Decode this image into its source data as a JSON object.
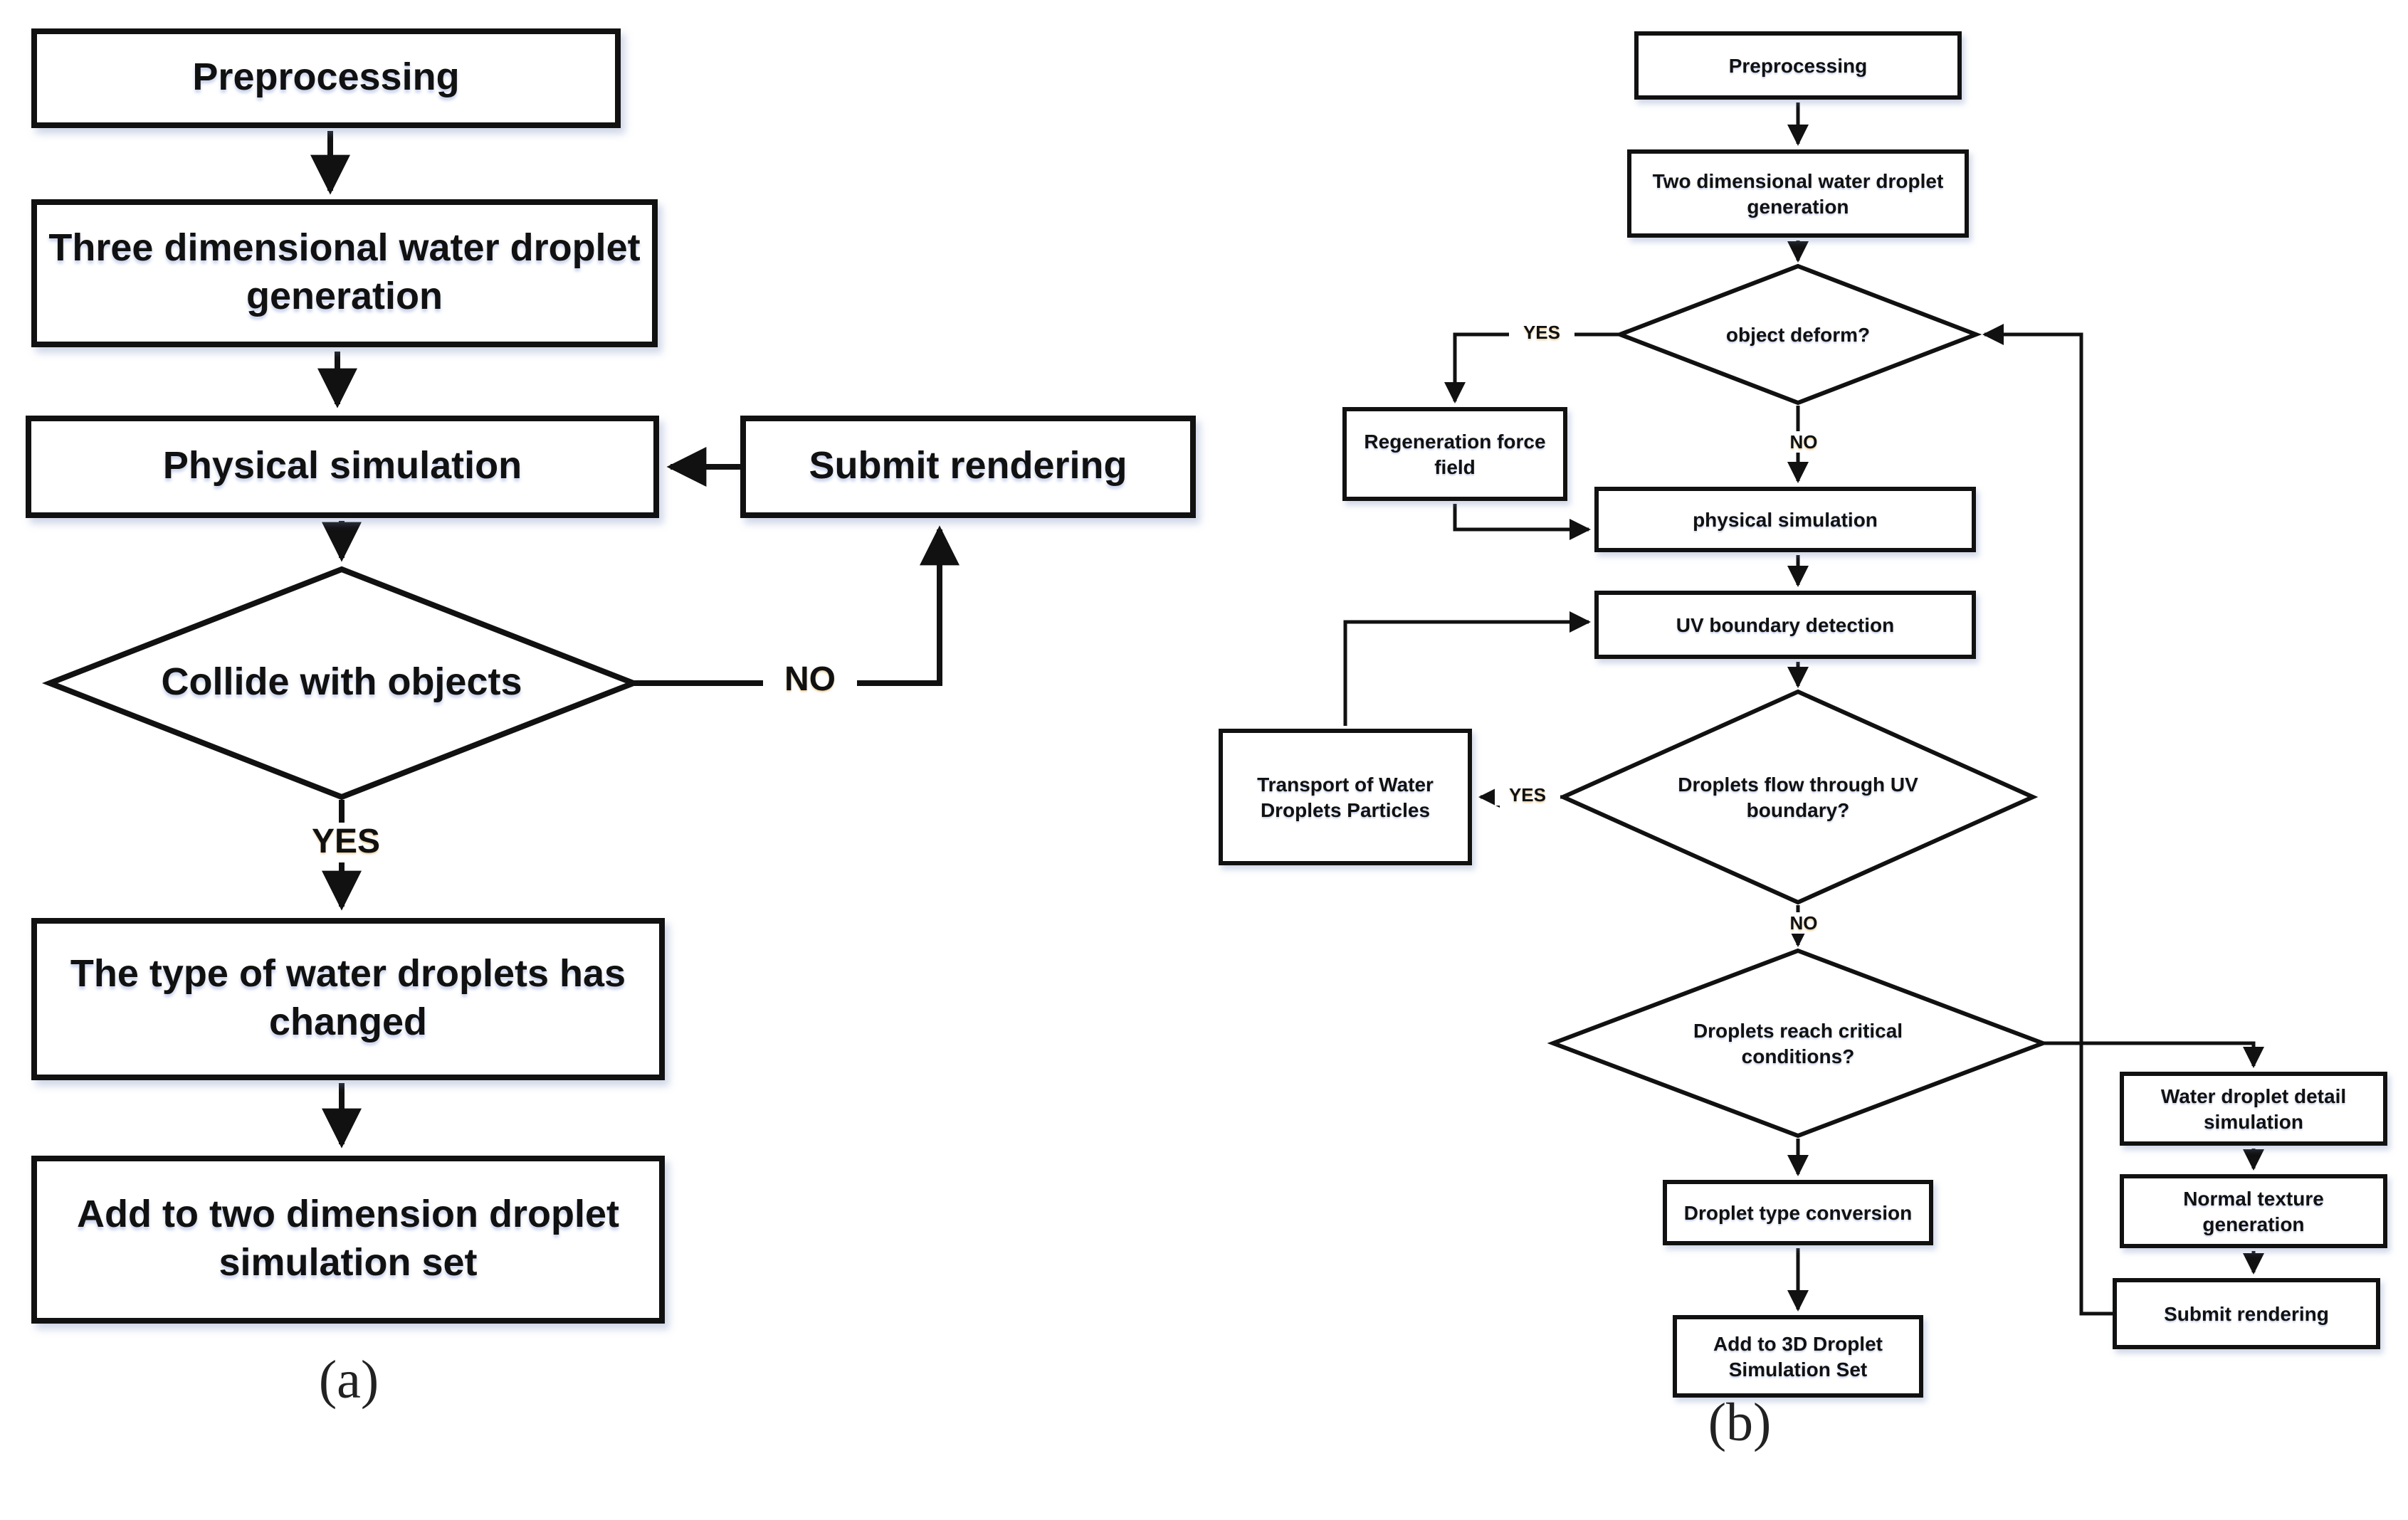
{
  "colors": {
    "line": "#111111",
    "box_fill": "#ffffff",
    "shadow_tint": "rgba(120,140,190,0.35)"
  },
  "panel_a": {
    "caption": "(a)",
    "nodes": {
      "preprocessing": "Preprocessing",
      "generation": "Three dimensional water droplet generation",
      "physical": "Physical simulation",
      "submit": "Submit rendering",
      "collide": "Collide with objects",
      "type_changed": "The type of water droplets has changed",
      "add_set": "Add to two dimension droplet simulation set"
    },
    "edges": {
      "yes": "YES",
      "no": "NO"
    }
  },
  "panel_b": {
    "caption": "(b)",
    "nodes": {
      "preprocessing": "Preprocessing",
      "generation": "Two dimensional water droplet generation",
      "deform": "object deform?",
      "regen": "Regeneration force field",
      "physical": "physical simulation",
      "uv": "UV boundary detection",
      "flow": "Droplets flow through UV boundary?",
      "transport": "Transport of Water Droplets Particles",
      "critical": "Droplets reach critical conditions?",
      "conversion": "Droplet type conversion",
      "add_set": "Add to 3D Droplet Simulation Set",
      "detail": "Water droplet detail simulation",
      "normal": "Normal texture generation",
      "submit": "Submit rendering"
    },
    "edges": {
      "deform_yes": "YES",
      "deform_no": "NO",
      "flow_yes": "YES",
      "flow_no": "NO"
    }
  }
}
